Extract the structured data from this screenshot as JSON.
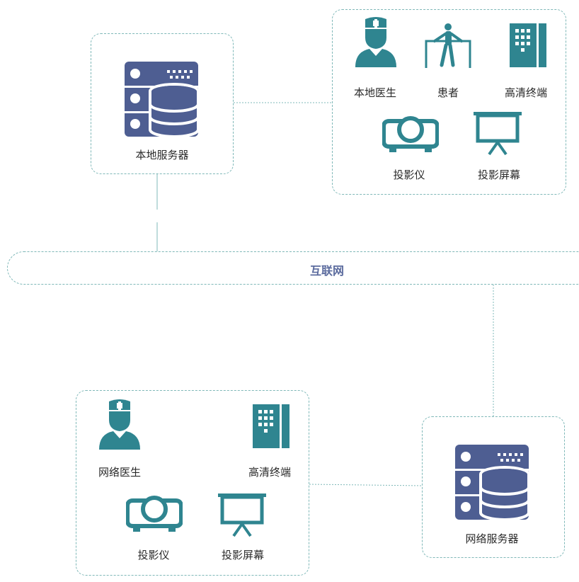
{
  "internet": {
    "label": "互联网"
  },
  "local_server": {
    "label": "本地服务器"
  },
  "local_terminals": {
    "doctor": "本地医生",
    "patient": "患者",
    "hd_terminal": "高清终端",
    "projector": "投影仪",
    "screen": "投影屏幕"
  },
  "network_server": {
    "label": "网络服务器"
  },
  "network_terminals": {
    "doctor": "网络医生",
    "hd_terminal": "高清终端",
    "projector": "投影仪",
    "screen": "投影屏幕"
  },
  "colors": {
    "server": "#4e5e92",
    "teal": "#2f8590",
    "border": "#7fb8b8",
    "internet_text": "#5b6b9e"
  },
  "icons": [
    "server-icon",
    "doctor-icon",
    "patient-icon",
    "hd-terminal-icon",
    "projector-icon",
    "projection-screen-icon"
  ]
}
